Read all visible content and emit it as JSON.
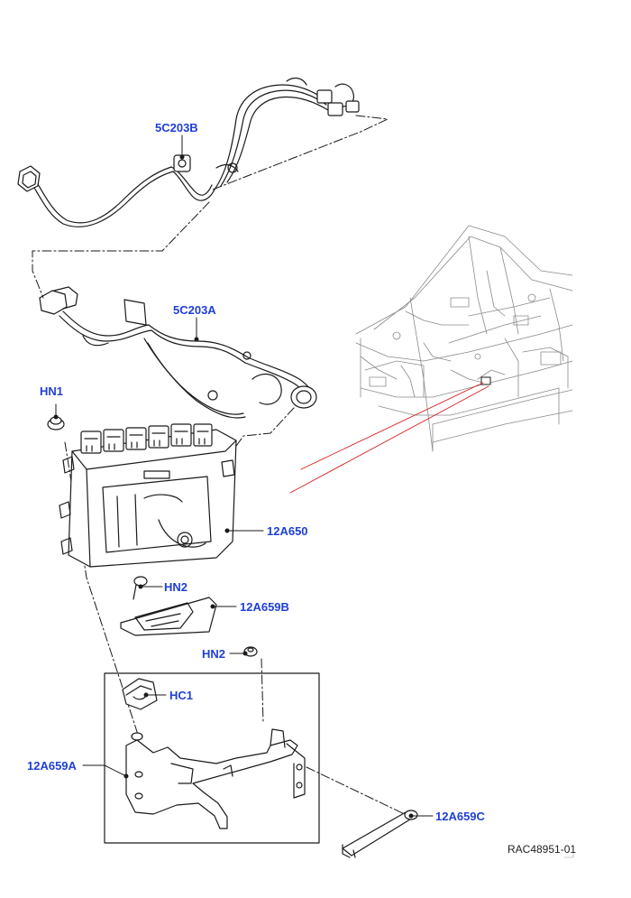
{
  "labels": {
    "l5c203b": "5C203B",
    "l5c203a": "5C203A",
    "lhn1": "HN1",
    "l12a650": "12A650",
    "lhn2a": "HN2",
    "l12a659b": "12A659B",
    "lhn2b": "HN2",
    "lhc1": "HC1",
    "l12a659a": "12A659A",
    "l12a659c": "12A659C"
  },
  "reference": "RAC48951-01",
  "colors": {
    "label": "#1f3fd6",
    "line": "#1a1a1a",
    "leader_red": "#d62020"
  }
}
